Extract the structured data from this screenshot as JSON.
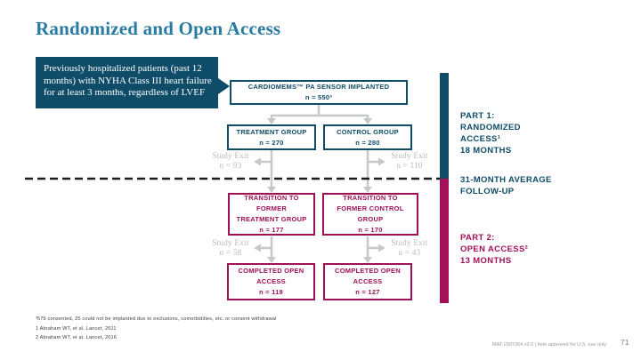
{
  "slide": {
    "title": "Randomized and Open Access",
    "page_number": "71"
  },
  "colors": {
    "navy": "#0f4c68",
    "magenta": "#a31158",
    "title_blue": "#2a7ba3",
    "connector_gray": "#c6c9ca",
    "exit_gray": "#b5b8ba"
  },
  "intro_box": {
    "text": "Previously hospitalized patients (past 12 months) with NYHA Class III heart failure for at least 3 months, regardless of LVEF"
  },
  "flow": {
    "implanted": {
      "label": "CARDIOMEMS™ PA SENSOR IMPLANTED",
      "n": "n = 550³"
    },
    "treatment": {
      "label": "TREATMENT GROUP",
      "n": "n = 270"
    },
    "control": {
      "label": "CONTROL GROUP",
      "n": "n = 280"
    },
    "exit1_left": {
      "label": "Study Exit",
      "n": "n = 93"
    },
    "exit1_right": {
      "label": "Study Exit",
      "n": "n = 110"
    },
    "transition_left": {
      "label": "TRANSITION TO FORMER TREATMENT GROUP",
      "n": "n = 177"
    },
    "transition_right": {
      "label": "TRANSITION TO FORMER CONTROL GROUP",
      "n": "n = 170"
    },
    "exit2_left": {
      "label": "Study Exit",
      "n": "n = 58"
    },
    "exit2_right": {
      "label": "Study Exit",
      "n": "n = 43"
    },
    "completed_left": {
      "label": "COMPLETED OPEN ACCESS",
      "n": "n = 119"
    },
    "completed_right": {
      "label": "COMPLETED OPEN ACCESS",
      "n": "n = 127"
    }
  },
  "timeline": {
    "part1": "PART 1:\nRANDOMIZED\nACCESS¹\n18 MONTHS",
    "middle": "31-MONTH AVERAGE\nFOLLOW-UP",
    "part2": "PART 2:\nOPEN ACCESS²\n13 MONTHS"
  },
  "footnotes": [
    "³575 consented, 25 could not be implanted due to exclusions, comorbidities, etc. or consent withdrawal",
    "1 Abraham WT, et al. Lancet, 2011",
    "2 Abraham WT, et al. Lancet, 2016"
  ],
  "footer": {
    "doc_id": "MAT-2007364 v3.0 | Item approved for U.S. use only.",
    "page": "71"
  }
}
